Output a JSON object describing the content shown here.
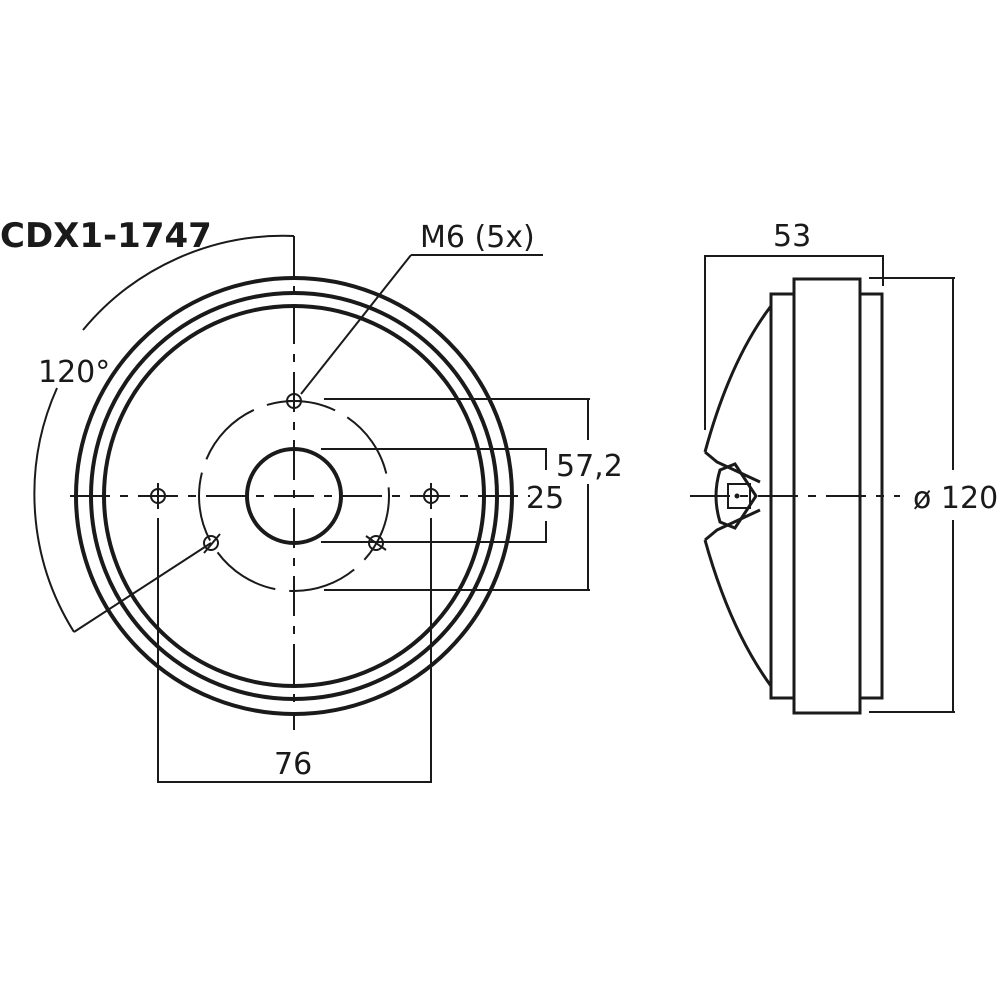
{
  "title": "CDX1-1747",
  "front_view": {
    "angle_label": "120°",
    "thread_label": "M6 (5x)",
    "dim_bolt_spacing": "76",
    "dim_inner_circle": "25",
    "dim_bolt_circle": "57,2"
  },
  "side_view": {
    "dim_depth": "53",
    "dim_diameter": "ø 120"
  },
  "colors": {
    "line": "#1a1a1a",
    "background": "#ffffff"
  }
}
